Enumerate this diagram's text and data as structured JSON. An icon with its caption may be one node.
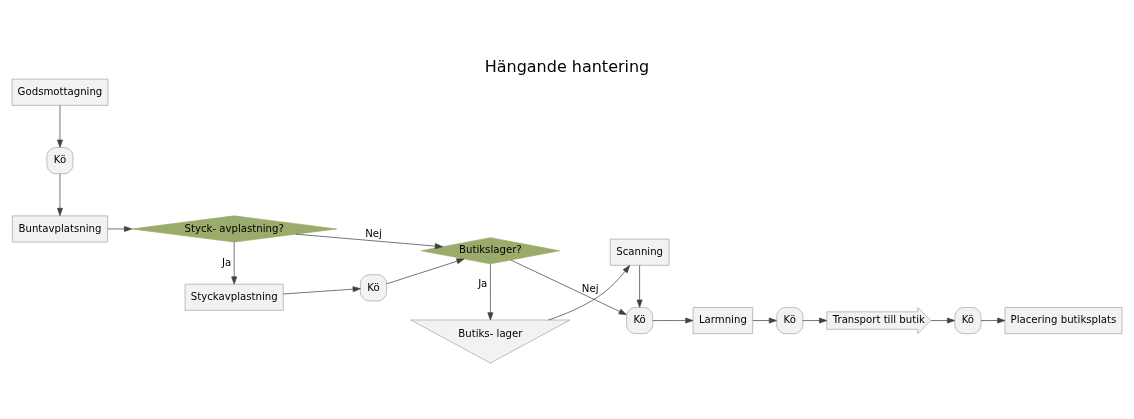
{
  "diagram": {
    "title": "Hängande hantering",
    "nodes": [
      {
        "text": [
          "Godsmottagning"
        ]
      },
      {
        "text": [
          "Kö"
        ]
      },
      {
        "text": [
          "Buntavplatsning"
        ]
      },
      {
        "text": [
          "Styck- avplastning?"
        ]
      },
      {
        "text": [
          "Butikslager?"
        ]
      },
      {
        "text": [
          "Kö"
        ]
      },
      {
        "text": [
          "Larmning"
        ]
      },
      {
        "text": [
          "Kö"
        ]
      },
      {
        "text": [
          "Transport till butik"
        ]
      },
      {
        "text": [
          "Kö"
        ]
      },
      {
        "text": [
          "Placering butiksplats"
        ]
      },
      {
        "text": [
          "Styckavplastning"
        ]
      },
      {
        "text": [
          "Kö"
        ]
      },
      {
        "text": [
          "Butiks- lager"
        ]
      },
      {
        "text": [
          "Scanning"
        ]
      }
    ],
    "edges": [
      {
        "from": 0,
        "to": 1,
        "arrow": "to"
      },
      {
        "from": 1,
        "to": 2,
        "arrow": "to"
      },
      {
        "from": 2,
        "to": 3,
        "arrow": "to"
      },
      {
        "from": 3,
        "to": 4,
        "arrow": "to",
        "label": "Nej"
      },
      {
        "from": 3,
        "to": 11,
        "arrow": "to",
        "label": "Ja"
      },
      {
        "from": 11,
        "to": 12,
        "arrow": "to"
      },
      {
        "from": 12,
        "to": 4,
        "arrow": "to"
      },
      {
        "from": 4,
        "to": 5,
        "arrow": "to",
        "label": "Nej"
      },
      {
        "from": 4,
        "to": 13,
        "arrow": "to",
        "label": "Ja"
      },
      {
        "from": 13,
        "to": 14,
        "arrow": "to"
      },
      {
        "from": 14,
        "to": 5,
        "arrow": "to"
      },
      {
        "from": 5,
        "to": 6,
        "arrow": "to"
      },
      {
        "from": 6,
        "to": 7,
        "arrow": "to"
      },
      {
        "from": 7,
        "to": 8,
        "arrow": "to"
      },
      {
        "from": 8,
        "to": 9,
        "arrow": "to"
      },
      {
        "from": 9,
        "to": 10,
        "arrow": "to"
      }
    ]
  }
}
